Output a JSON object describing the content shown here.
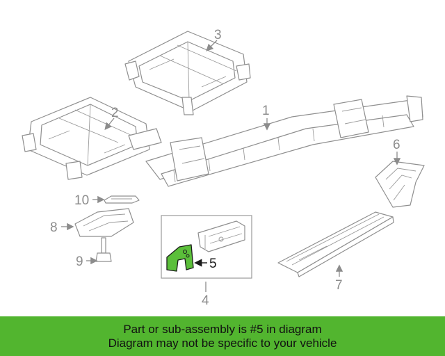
{
  "colors": {
    "highlight": "#5bbf3a",
    "banner": "#52b52f",
    "line": "#8c8c8c",
    "text_dark": "#1a1a1a"
  },
  "callouts": {
    "c1": "1",
    "c2": "2",
    "c3": "3",
    "c4": "4",
    "c5": "5",
    "c6": "6",
    "c7": "7",
    "c8": "8",
    "c9": "9",
    "c10": "10"
  },
  "banner": {
    "line1": "Part or sub-assembly is #5 in diagram",
    "line2": "Diagram may not be specific to your vehicle"
  }
}
